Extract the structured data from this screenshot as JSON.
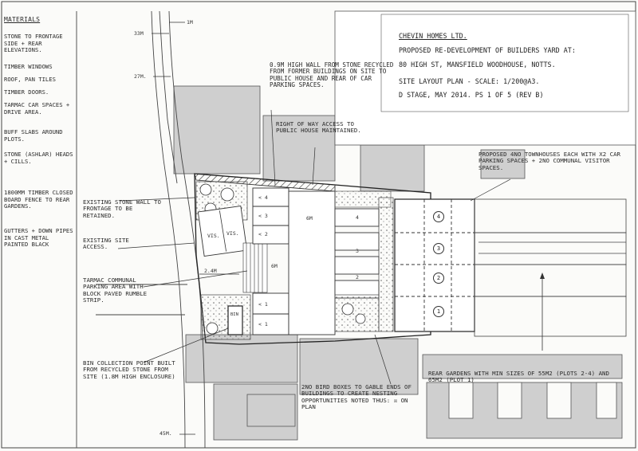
{
  "title_block": {
    "client": "CHEVIN HOMES LTD.",
    "project": "PROPOSED RE-DEVELOPMENT OF BUILDERS YARD AT:",
    "address": "80 HIGH ST, MANSFIELD WOODHOUSE, NOTTS.",
    "drawing": "SITE LAYOUT PLAN - SCALE: 1/200@A3.",
    "stage": "D STAGE, MAY 2014.  PS 1 of 5 (REV B)"
  },
  "materials": {
    "heading": "MATERIALS",
    "items": [
      "STONE TO FRONTAGE SIDE + REAR ELEVATIONS.",
      "TIMBER WINDOWS",
      "ROOF, PAN TILES",
      "TIMBER DOORS.",
      "TARMAC CAR SPACES + DRIVE AREA.",
      "BUFF SLABS AROUND PLOTS.",
      "STONE (ASHLAR) HEADS + CILLS.",
      "1800MM TIMBER CLOSED BOARD FENCE TO REAR GARDENS.",
      "GUTTERS + DOWN PIPES IN CAST METAL PAINTED BLACK"
    ]
  },
  "annotations": {
    "wall": "0.9M HIGH WALL FROM STONE RECYCLED FROM FORMER BUILDINGS ON SITE TO PUBLIC HOUSE AND REAR OF CAR PARKING SPACES.",
    "right_of_way": "RIGHT OF WAY ACCESS TO PUBLIC HOUSE MAINTAINED.",
    "townhouses": "PROPOSED 4NO TOWNHOUSES EACH WITH X2 CAR PARKING SPACES + 2NO COMMUNAL VISITOR SPACES.",
    "existing_wall": "EXISTING STONE WALL TO FRONTAGE TO BE RETAINED.",
    "existing_access": "EXISTING SITE ACCESS.",
    "tarmac": "TARMAC COMMUNAL PARKING AREA WITH BLOCK PAVED RUMBLE STRIP.",
    "bin": "BIN COLLECTION POINT BUILT FROM RECYCLED STONE FROM SITE (1.8M HIGH ENCLOSURE)",
    "gardens": "REAR GARDENS WITH MIN SIZES OF 55M2 (PLOTS 2-4) AND 65M2 (PLOT 1)",
    "birds": "2NO BIRD BOXES TO GABLE ENDS OF BUILDINGS TO CREATE NESTING OPPORTUNITIES NOTED THUS: ☒ ON PLAN"
  },
  "dims": {
    "d1": "33M",
    "d2": "27M.",
    "d3": "1M",
    "d4": "2.4M",
    "d5": "6M",
    "d6": "6M",
    "d7": "45M."
  },
  "spaces": {
    "upper": [
      "< 4",
      "< 3",
      "< 2"
    ],
    "lower": [
      "< 1",
      "< 1"
    ],
    "right": [
      "4",
      "3",
      "2"
    ],
    "vis": [
      "VIS.",
      "VIS."
    ],
    "bin_label": "BIN"
  },
  "plots": [
    "4",
    "3",
    "2",
    "1"
  ]
}
